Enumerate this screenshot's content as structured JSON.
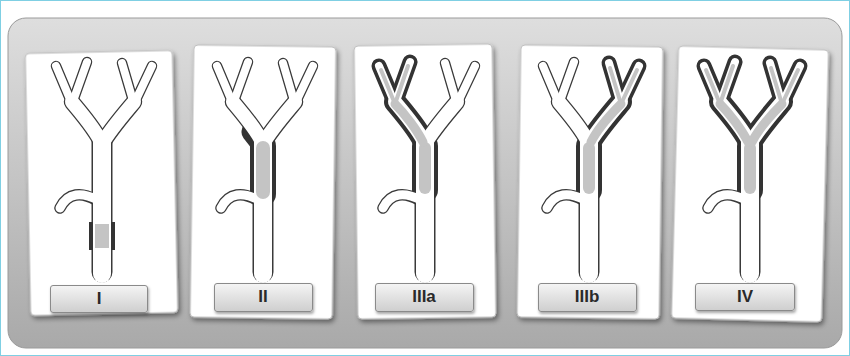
{
  "diagram": {
    "nodes": [
      {
        "text": [
          "I"
        ]
      },
      {
        "text": [
          "II"
        ]
      },
      {
        "text": [
          "IIIa"
        ]
      },
      {
        "text": [
          "IIIb"
        ]
      },
      {
        "text": [
          "IV"
        ]
      }
    ]
  }
}
